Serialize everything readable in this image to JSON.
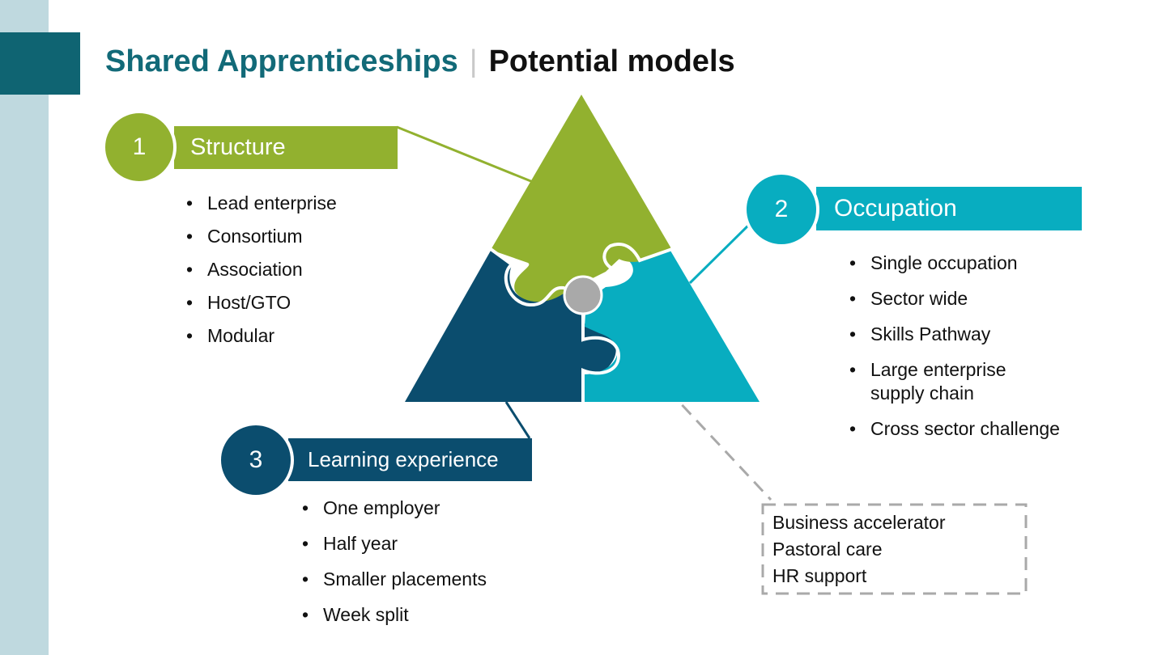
{
  "title": {
    "part1": "Shared Apprenticeships",
    "separator": "|",
    "part2": "Potential models"
  },
  "colors": {
    "structure": "#92b12f",
    "occupation": "#08adc0",
    "learning": "#0b4d6e",
    "hub": "#a9a9a9",
    "title_teal": "#126a78"
  },
  "structure": {
    "number": "1",
    "label": "Structure",
    "items": [
      "Lead enterprise",
      "Consortium",
      "Association",
      "Host/GTO",
      "Modular"
    ]
  },
  "occupation": {
    "number": "2",
    "label": "Occupation",
    "items": [
      {
        "lines": [
          "Single occupation"
        ]
      },
      {
        "lines": [
          "Sector wide"
        ]
      },
      {
        "lines": [
          "Skills Pathway"
        ]
      },
      {
        "lines": [
          "Large enterprise",
          "supply chain"
        ]
      },
      {
        "lines": [
          "Cross sector challenge"
        ]
      }
    ]
  },
  "learning": {
    "number": "3",
    "label": "Learning experience",
    "items": [
      "One employer",
      "Half year",
      "Smaller placements",
      "Week split"
    ]
  },
  "support": {
    "items": [
      "Business accelerator",
      "Pastoral care",
      "HR support"
    ]
  }
}
